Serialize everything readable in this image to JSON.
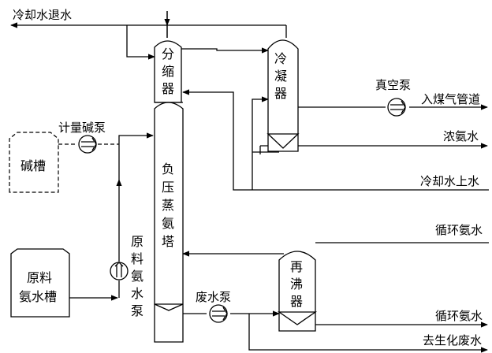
{
  "streams": {
    "cooling_water_return": "冷却水退水",
    "to_gas_pipeline": "入煤气管道",
    "concentrated_ammonia": "浓氨水",
    "cooling_water_supply": "冷却水上水",
    "circulating_ammonia_in": "循环氨水",
    "circulating_ammonia_out": "循环氨水",
    "deammoniated_wastewater": "去生化废水"
  },
  "equipment": {
    "dephlegmator": [
      "分",
      "缩",
      "器"
    ],
    "condenser": [
      "冷",
      "凝",
      "器"
    ],
    "column": [
      "负",
      "压",
      "蒸",
      "氨",
      "塔"
    ],
    "reboiler": [
      "再",
      "沸",
      "器"
    ],
    "feed_tank": [
      "原料",
      "氨水槽"
    ],
    "caustic_tank": "碱槽",
    "feed_pump": [
      "原",
      "料",
      "氨",
      "水",
      "泵"
    ]
  },
  "pumps": {
    "vacuum_pump": "真空泵",
    "caustic_metering_pump": "计量碱泵",
    "waste_water_pump": "废水泵"
  }
}
